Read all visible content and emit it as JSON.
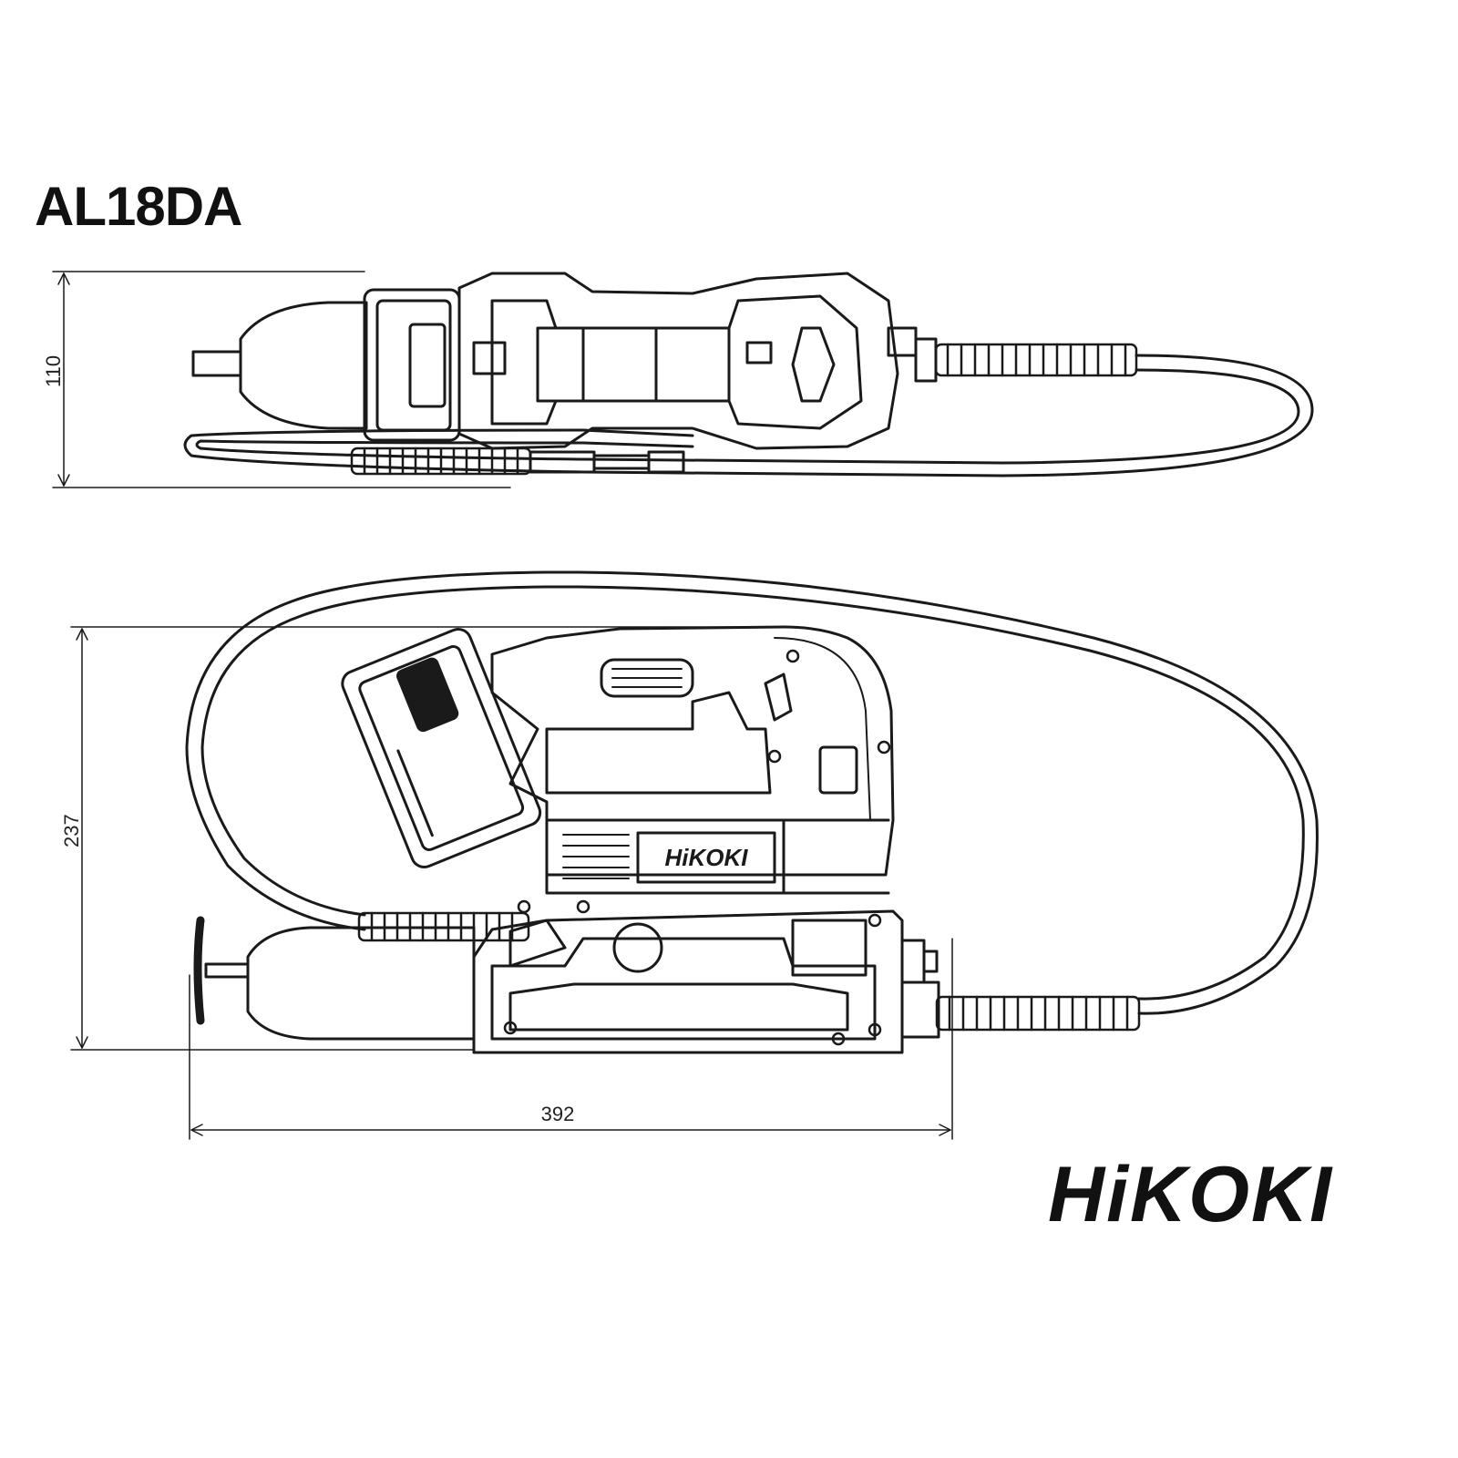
{
  "title": "AL18DA",
  "dimensions": {
    "top_view_height": "110",
    "side_view_height": "237",
    "overall_length": "392"
  },
  "body_brand": "HiKOKI",
  "top_battery_label": "HiKOKI",
  "logo": "HiKOKI",
  "colors": {
    "line": "#1a1a1a",
    "background": "#ffffff"
  }
}
